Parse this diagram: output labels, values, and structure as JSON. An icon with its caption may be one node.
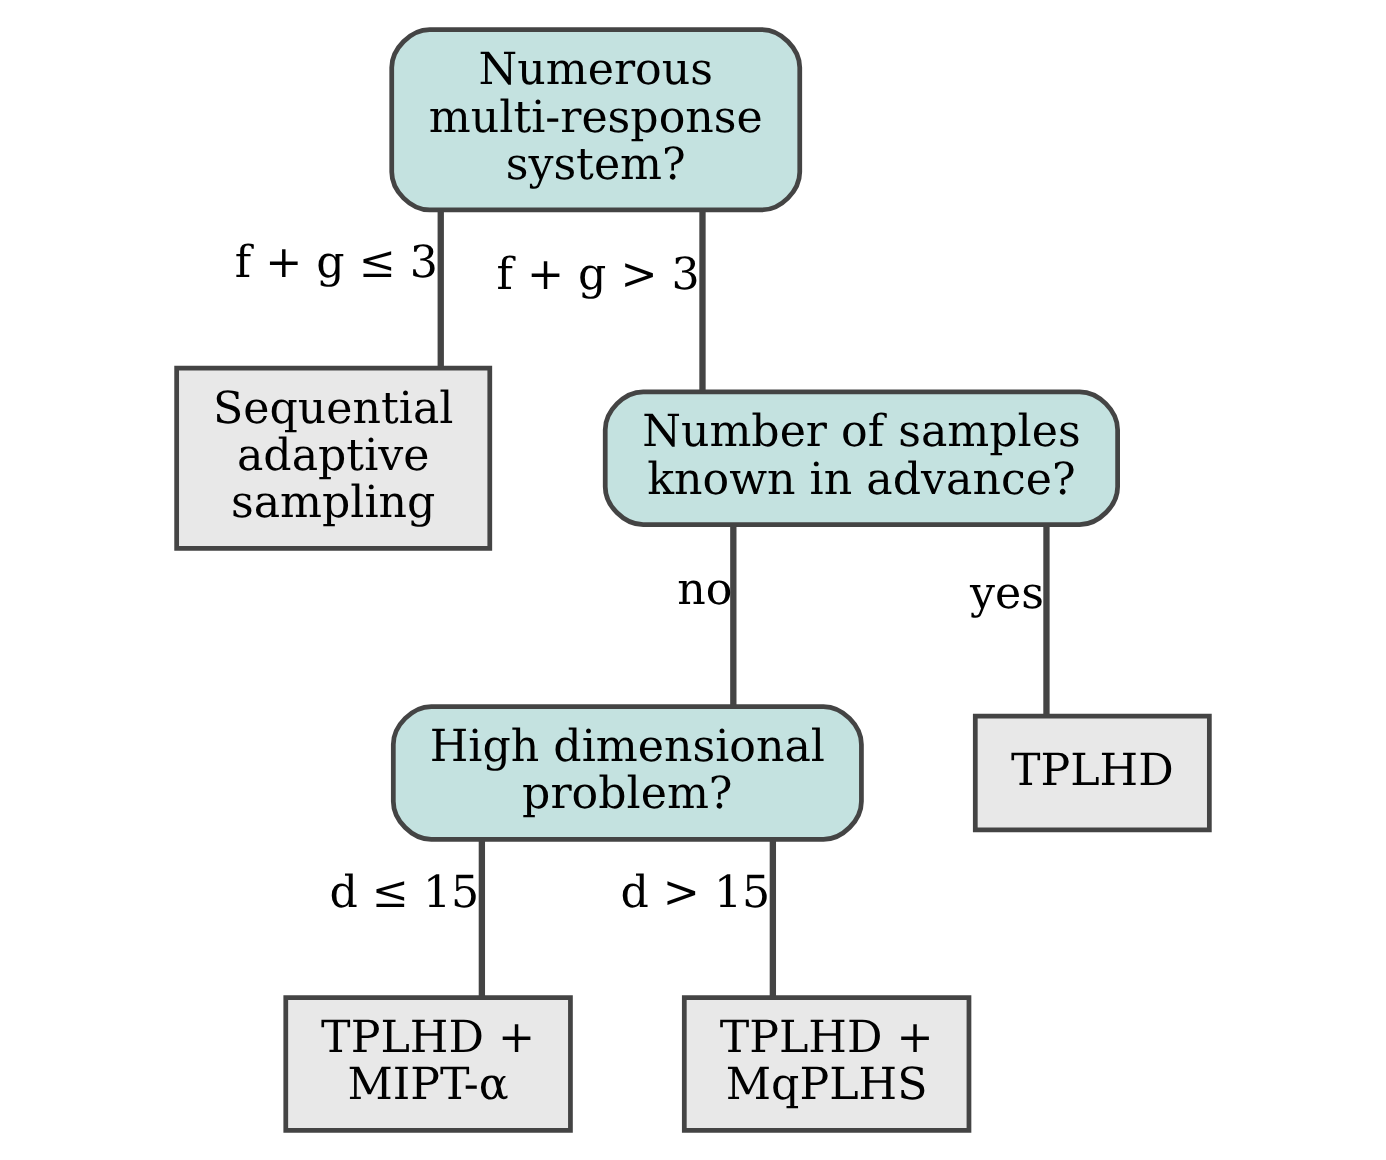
{
  "diagram": {
    "nodes": [
      {
        "text": [
          "Numerous multi-response system?"
        ]
      },
      {
        "text": [
          "Sequential adaptive sampling"
        ]
      },
      {
        "text": [
          "Number of samples known in advance?"
        ]
      },
      {
        "text": [
          "High dimensional problem?"
        ]
      },
      {
        "text": [
          "TPLHD"
        ]
      },
      {
        "text": [
          "TPLHD + MIPT-α"
        ]
      },
      {
        "text": [
          "TPLHD + MqPLHS"
        ]
      }
    ],
    "edges": [
      {
        "from": 0,
        "to": 1,
        "arrow": "none",
        "label": "f + g ≤ 3"
      },
      {
        "from": 0,
        "to": 2,
        "arrow": "none",
        "label": "f + g > 3"
      },
      {
        "from": 2,
        "to": 3,
        "arrow": "none",
        "label": "no"
      },
      {
        "from": 2,
        "to": 4,
        "arrow": "none",
        "label": "yes"
      },
      {
        "from": 3,
        "to": 5,
        "arrow": "none",
        "label": "d ≤ 15"
      },
      {
        "from": 3,
        "to": 6,
        "arrow": "none",
        "label": "d > 15"
      }
    ]
  }
}
